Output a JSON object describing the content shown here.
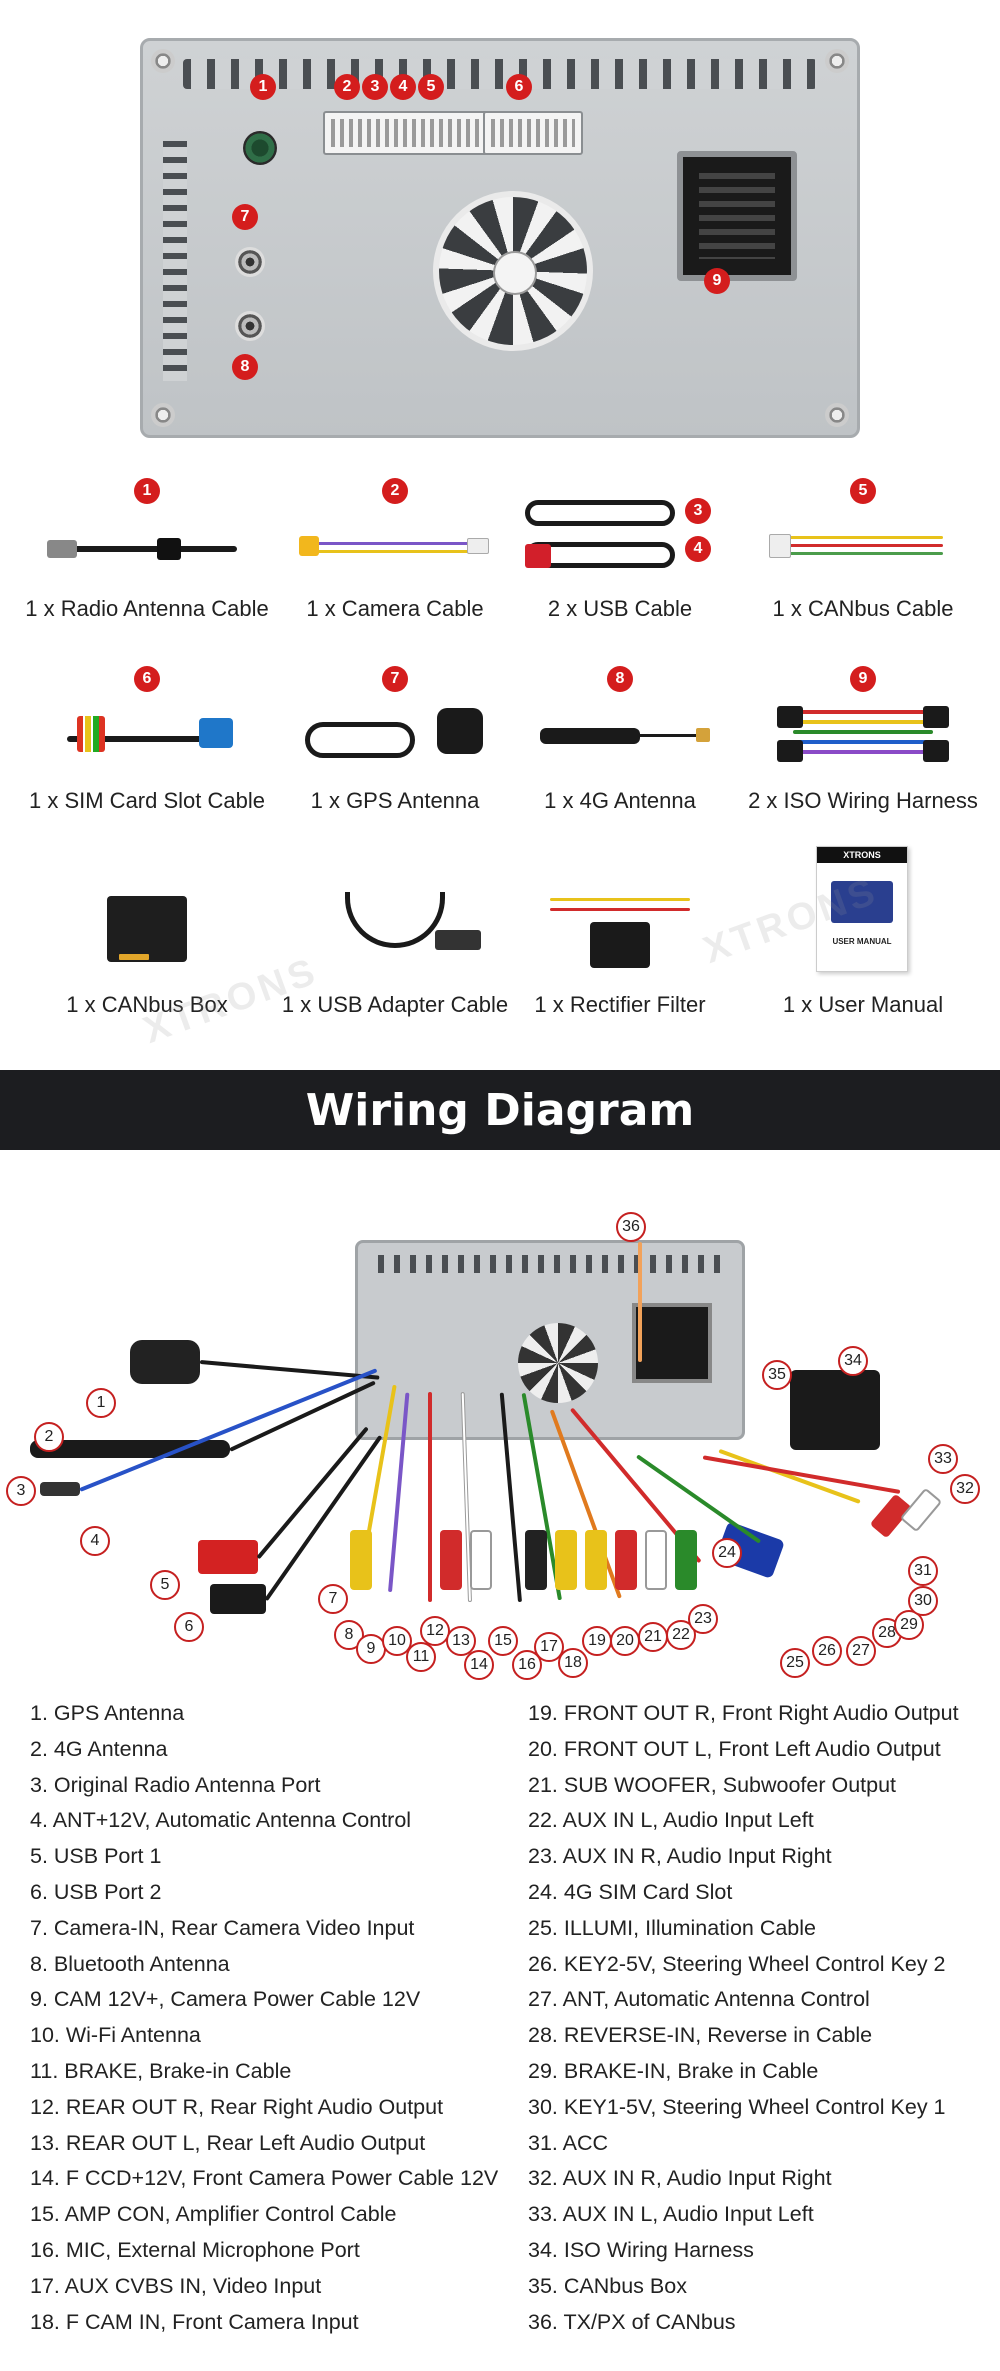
{
  "panel_callouts": [
    "1",
    "2",
    "3",
    "4",
    "5",
    "6",
    "7",
    "8",
    "9"
  ],
  "accessories": [
    {
      "badge": "1",
      "label": "1 x Radio Antenna Cable"
    },
    {
      "badge": "2",
      "label": "1 x Camera Cable"
    },
    {
      "badge": "3",
      "badge2": "4",
      "label": "2 x USB Cable"
    },
    {
      "badge": "5",
      "label": "1 x CANbus Cable"
    },
    {
      "badge": "6",
      "label": "1 x SIM Card Slot Cable"
    },
    {
      "badge": "7",
      "label": "1 x GPS Antenna"
    },
    {
      "badge": "8",
      "label": "1 x 4G Antenna"
    },
    {
      "badge": "9",
      "label": "2 x ISO Wiring Harness"
    },
    {
      "label": "1 x CANbus Box"
    },
    {
      "label": "1 x USB Adapter Cable"
    },
    {
      "label": "1 x Rectifier Filter"
    },
    {
      "label": "1 x User Manual"
    }
  ],
  "manual_cover": {
    "brand": "XTRONS",
    "title": "USER MANUAL"
  },
  "watermark": "XTRONS",
  "banner_title": "Wiring Diagram",
  "diagram_numbers": [
    "1",
    "2",
    "3",
    "4",
    "5",
    "6",
    "7",
    "8",
    "9",
    "10",
    "11",
    "12",
    "13",
    "14",
    "15",
    "16",
    "17",
    "18",
    "19",
    "20",
    "21",
    "22",
    "23",
    "24",
    "25",
    "26",
    "27",
    "28",
    "29",
    "30",
    "31",
    "32",
    "33",
    "34",
    "35",
    "36"
  ],
  "legend_left": [
    "1. GPS Antenna",
    "2. 4G Antenna",
    "3. Original Radio Antenna Port",
    "4. ANT+12V, Automatic Antenna Control",
    "5. USB Port 1",
    "6. USB Port 2",
    "7. Camera-IN, Rear Camera Video Input",
    "8. Bluetooth Antenna",
    "9. CAM 12V+, Camera Power Cable 12V",
    "10. Wi-Fi Antenna",
    "11. BRAKE, Brake-in Cable",
    "12. REAR OUT R, Rear Right Audio Output",
    "13. REAR OUT L, Rear Left Audio Output",
    "14. F CCD+12V, Front Camera Power Cable 12V",
    "15. AMP CON, Amplifier Control Cable",
    "16. MIC, External Microphone Port",
    "17. AUX CVBS IN, Video Input",
    "18. F CAM IN, Front Camera Input"
  ],
  "legend_right": [
    "19. FRONT OUT R, Front Right Audio Output",
    "20. FRONT OUT L, Front Left Audio Output",
    "21. SUB WOOFER, Subwoofer Output",
    "22. AUX IN L, Audio Input Left",
    "23. AUX IN R, Audio Input Right",
    "24. 4G SIM Card Slot",
    "25. ILLUMI, Illumination Cable",
    "26. KEY2-5V, Steering Wheel Control Key 2",
    "27. ANT, Automatic Antenna Control",
    "28. REVERSE-IN, Reverse in Cable",
    "29. BRAKE-IN, Brake in Cable",
    "30. KEY1-5V, Steering Wheel Control Key 1",
    "31. ACC",
    "32. AUX IN R, Audio Input Right",
    "33. AUX IN L, Audio Input Left",
    "34. ISO Wiring Harness",
    "35. CANbus Box",
    "36. TX/PX of CANbus"
  ]
}
